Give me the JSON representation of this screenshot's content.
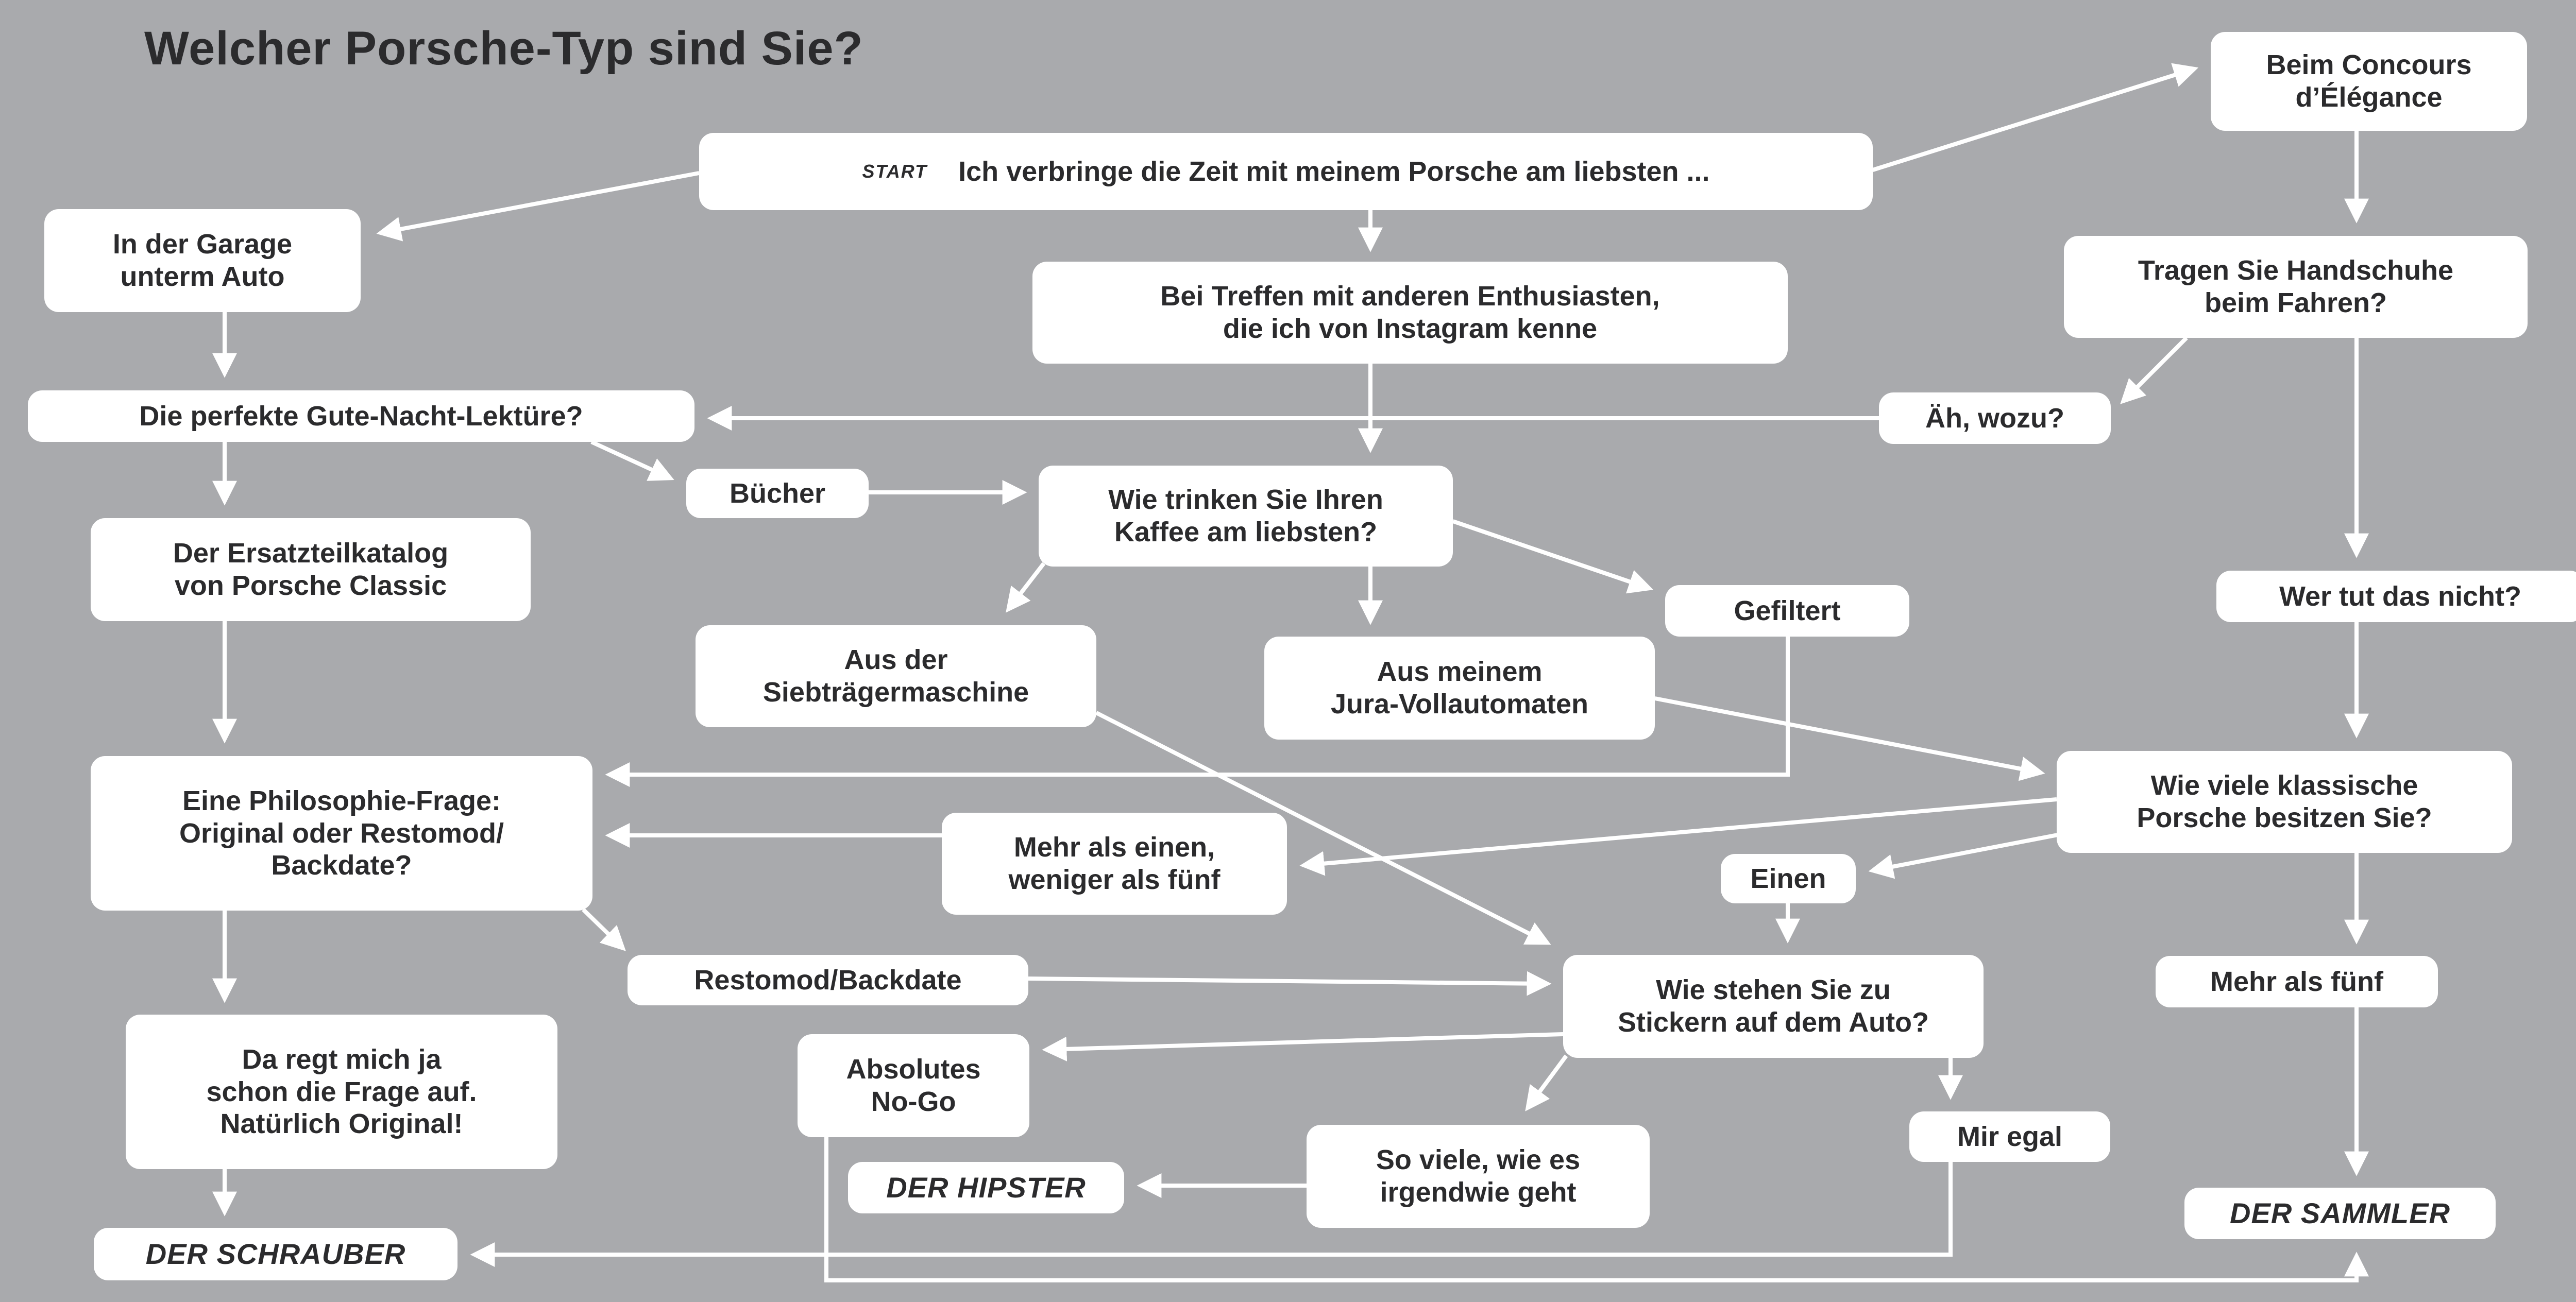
{
  "title": "Welcher Porsche-Typ sind Sie?",
  "start_label": "START",
  "nodes": {
    "start_question": "Ich verbringe die Zeit mit meinem Porsche am liebsten ...",
    "garage": "In der Garage\nunterm Auto",
    "treffen": "Bei Treffen mit anderen Enthusiasten,\ndie ich von Instagram kenne",
    "concours": "Beim Concours\nd’Élégance",
    "gute_nacht": "Die perfekte Gute-Nacht-Lektüre?",
    "handschuhe": "Tragen Sie Handschuhe\nbeim Fahren?",
    "wozu": "Äh, wozu?",
    "buecher": "Bücher",
    "kaffee": "Wie trinken Sie Ihren\nKaffee am liebsten?",
    "ersatzteil": "Der Ersatzteilkatalog\nvon Porsche Classic",
    "wer_tut": "Wer tut das nicht?",
    "gefiltert": "Gefiltert",
    "siebtraeger": "Aus der\nSiebträgermaschine",
    "jura": "Aus meinem\nJura-Vollautomaten",
    "philosophie": "Eine Philosophie-Frage:\nOriginal oder Restomod/\nBackdate?",
    "wie_viele": "Wie viele klassische\nPorsche besitzen Sie?",
    "mehr_als_einen": "Mehr als einen,\nweniger als fünf",
    "einen": "Einen",
    "restomod": "Restomod/Backdate",
    "sticker": "Wie stehen Sie zu\nStickern auf dem Auto?",
    "mehr_als_fuenf": "Mehr als fünf",
    "regt_mich": "Da regt mich ja\nschon die Frage auf.\nNatürlich Original!",
    "no_go": "Absolutes\nNo-Go",
    "so_viele": "So viele, wie es\nirgendwie geht",
    "mir_egal": "Mir egal",
    "hipster": "DER HIPSTER",
    "schrauber": "DER SCHRAUBER",
    "sammler": "DER SAMMLER"
  },
  "colors": {
    "background": "#a9aaad",
    "box": "#ffffff",
    "text": "#2b2b2d",
    "arrow": "#ffffff"
  }
}
